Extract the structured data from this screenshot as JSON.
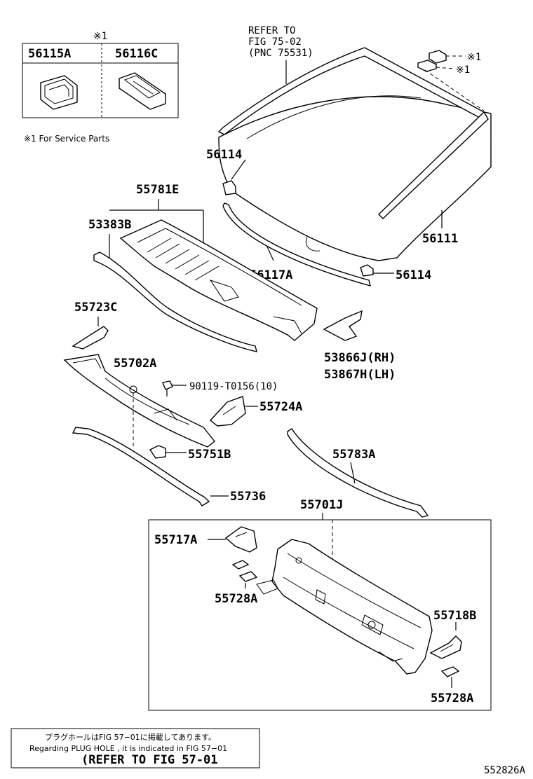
{
  "service_box": {
    "mark": "※1",
    "col1": "56115A",
    "col2": "56116C"
  },
  "service_note": "※1 For Service Parts",
  "refer_top": {
    "line1": "REFER TO",
    "line2": "FIG 75-02",
    "line3": "(PNC 75531)"
  },
  "mark_1a": "※1",
  "mark_1b": "※1",
  "labels": {
    "p56114a": "56114",
    "p55781e": "55781E",
    "p53383b": "53383B",
    "p56111": "56111",
    "p56117a": "56117A",
    "p56114b": "56114",
    "p55723c": "55723C",
    "p53866j": "53866J(RH)",
    "p53867h": "53867H(LH)",
    "p55702a": "55702A",
    "p90119": "90119-T0156(10)",
    "p55724a": "55724A",
    "p55751b": "55751B",
    "p55783a": "55783A",
    "p55736": "55736",
    "p55701j": "55701J",
    "p55717a": "55717A",
    "p55728a_left": "55728A",
    "p55718b": "55718B",
    "p55728a_right": "55728A"
  },
  "bottom_note": {
    "line_jp": "プラグホールはFIG 57−01に掲載してあります。",
    "line_en": "Regarding PLUG HOLE , it is indicated in FIG 57−01",
    "line_ref": "(REFER TO FIG 57-01"
  },
  "figure_id": "552826A"
}
